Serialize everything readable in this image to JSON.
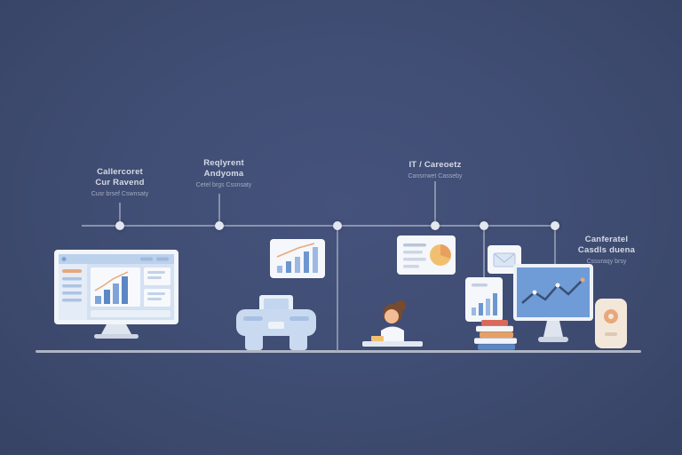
{
  "colors": {
    "background": "#3f4c72",
    "accent_orange": "#e8a87c",
    "primary_blue": "#5b87c5",
    "card_white": "#f5f7fa",
    "line_gray": "#97a0b6"
  },
  "timeline": {
    "milestones": [
      {
        "title": "Callercoret\nCur Ravend",
        "subtitle": "Cusr brsef Cswnsaty"
      },
      {
        "title": "Reqlyrent\nAndyoma",
        "subtitle": "Cetel brgs Cssnsaty"
      },
      {
        "title": "IT / Careoetz",
        "subtitle": "Cansrrwet Casseby"
      },
      {
        "title": "Canferatel\nCasdls duena",
        "subtitle": "Cssuraqy brsy"
      }
    ]
  },
  "illustrations": [
    {
      "name": "dashboard-monitor"
    },
    {
      "name": "bar-chart-card"
    },
    {
      "name": "printer-device"
    },
    {
      "name": "document-pie-card"
    },
    {
      "name": "envelope-card"
    },
    {
      "name": "person-at-desk"
    },
    {
      "name": "small-bar-chart-card"
    },
    {
      "name": "book-stack"
    },
    {
      "name": "line-chart-monitor"
    },
    {
      "name": "speaker-device"
    }
  ]
}
